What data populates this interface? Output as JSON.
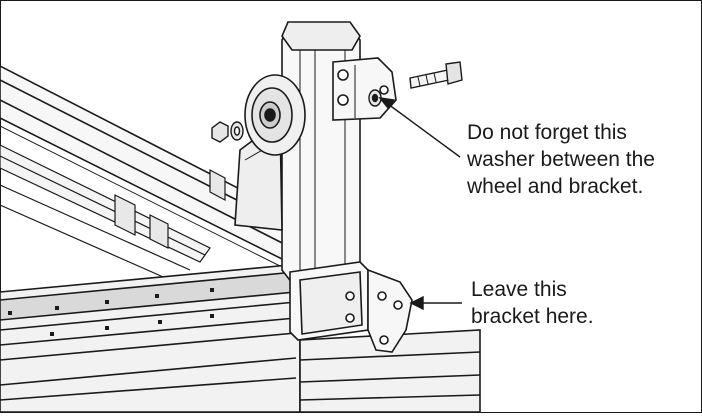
{
  "callouts": {
    "washer": {
      "lines": [
        "Do not forget this",
        "washer between the",
        "wheel and bracket."
      ]
    },
    "bracket": {
      "lines": [
        "Leave this",
        "bracket here."
      ]
    }
  },
  "colors": {
    "ink": "#1a1a1a",
    "extrusion_fill": "#f2f2f2",
    "extrusion_shade": "#d9d9d9",
    "background": "#ffffff"
  }
}
